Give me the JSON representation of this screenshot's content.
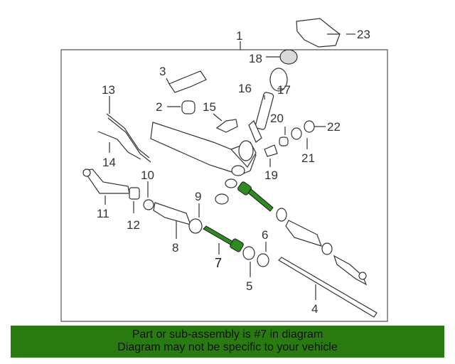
{
  "diagram": {
    "highlight_color": "#2e8b1f",
    "callouts": {
      "c1": "1",
      "c2": "2",
      "c3": "3",
      "c4": "4",
      "c5": "5",
      "c6": "6",
      "c7": "7",
      "c8": "8",
      "c9": "9",
      "c10": "10",
      "c11": "11",
      "c12": "12",
      "c13": "13",
      "c14": "14",
      "c15": "15",
      "c16": "16",
      "c17": "17",
      "c18": "18",
      "c19": "19",
      "c20": "20",
      "c21": "21",
      "c22": "22",
      "c23": "23"
    }
  },
  "footer": {
    "background": "#2a7a12",
    "line1": "Part or sub-assembly is #7 in diagram",
    "line2": "Diagram may not be specific to your vehicle"
  }
}
